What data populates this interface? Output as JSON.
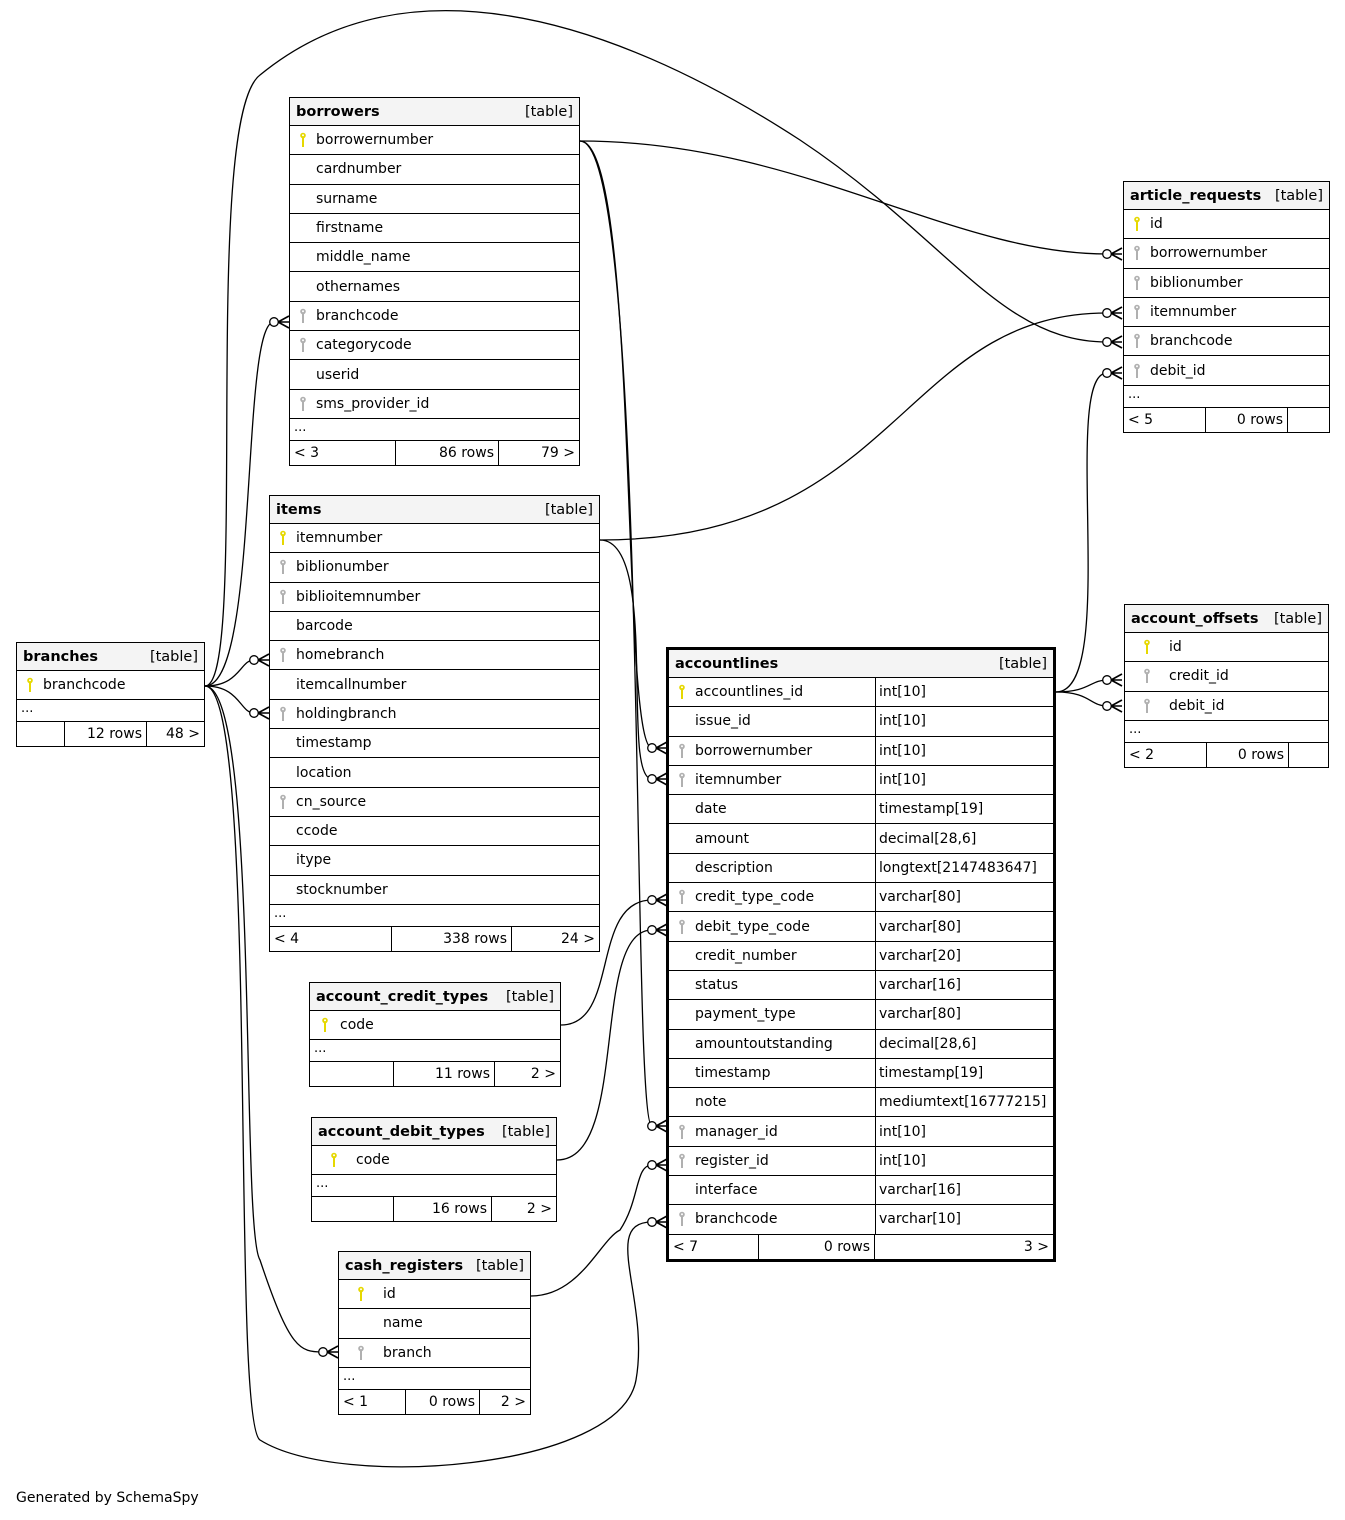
{
  "diagram": {
    "footer": "Generated by SchemaSpy",
    "colors": {
      "primary_key": "#e6d800",
      "foreign_key": "#b0b0b0",
      "header_bg": "#f4f4f4",
      "line": "#000000"
    }
  },
  "tables": {
    "borrowers": {
      "name": "borrowers",
      "kind": "[table]",
      "columns": [
        {
          "name": "borrowernumber",
          "key": "pk"
        },
        {
          "name": "cardnumber",
          "key": ""
        },
        {
          "name": "surname",
          "key": ""
        },
        {
          "name": "firstname",
          "key": ""
        },
        {
          "name": "middle_name",
          "key": ""
        },
        {
          "name": "othernames",
          "key": ""
        },
        {
          "name": "branchcode",
          "key": "fk"
        },
        {
          "name": "categorycode",
          "key": "fk"
        },
        {
          "name": "userid",
          "key": ""
        },
        {
          "name": "sms_provider_id",
          "key": "fk"
        }
      ],
      "more": "...",
      "parents": "< 3",
      "rows": "86 rows",
      "children": "79 >"
    },
    "items": {
      "name": "items",
      "kind": "[table]",
      "columns": [
        {
          "name": "itemnumber",
          "key": "pk"
        },
        {
          "name": "biblionumber",
          "key": "fk"
        },
        {
          "name": "biblioitemnumber",
          "key": "fk"
        },
        {
          "name": "barcode",
          "key": ""
        },
        {
          "name": "homebranch",
          "key": "fk"
        },
        {
          "name": "itemcallnumber",
          "key": ""
        },
        {
          "name": "holdingbranch",
          "key": "fk"
        },
        {
          "name": "timestamp",
          "key": ""
        },
        {
          "name": "location",
          "key": ""
        },
        {
          "name": "cn_source",
          "key": "fk"
        },
        {
          "name": "ccode",
          "key": ""
        },
        {
          "name": "itype",
          "key": ""
        },
        {
          "name": "stocknumber",
          "key": ""
        }
      ],
      "more": "...",
      "parents": "< 4",
      "rows": "338 rows",
      "children": "24 >"
    },
    "branches": {
      "name": "branches",
      "kind": "[table]",
      "columns": [
        {
          "name": "branchcode",
          "key": "pk"
        }
      ],
      "more": "...",
      "parents": "",
      "rows": "12 rows",
      "children": "48 >"
    },
    "article_requests": {
      "name": "article_requests",
      "kind": "[table]",
      "columns": [
        {
          "name": "id",
          "key": "pk"
        },
        {
          "name": "borrowernumber",
          "key": "fk"
        },
        {
          "name": "biblionumber",
          "key": "fk"
        },
        {
          "name": "itemnumber",
          "key": "fk"
        },
        {
          "name": "branchcode",
          "key": "fk"
        },
        {
          "name": "debit_id",
          "key": "fk"
        }
      ],
      "more": "...",
      "parents": "< 5",
      "rows": "0 rows",
      "children": ""
    },
    "account_offsets": {
      "name": "account_offsets",
      "kind": "[table]",
      "columns": [
        {
          "name": "id",
          "key": "pk"
        },
        {
          "name": "credit_id",
          "key": "fk"
        },
        {
          "name": "debit_id",
          "key": "fk"
        }
      ],
      "more": "...",
      "parents": "< 2",
      "rows": "0 rows",
      "children": ""
    },
    "accountlines": {
      "name": "accountlines",
      "kind": "[table]",
      "columns": [
        {
          "name": "accountlines_id",
          "type": "int[10]",
          "key": "pk"
        },
        {
          "name": "issue_id",
          "type": "int[10]",
          "key": ""
        },
        {
          "name": "borrowernumber",
          "type": "int[10]",
          "key": "fk"
        },
        {
          "name": "itemnumber",
          "type": "int[10]",
          "key": "fk"
        },
        {
          "name": "date",
          "type": "timestamp[19]",
          "key": ""
        },
        {
          "name": "amount",
          "type": "decimal[28,6]",
          "key": ""
        },
        {
          "name": "description",
          "type": "longtext[2147483647]",
          "key": ""
        },
        {
          "name": "credit_type_code",
          "type": "varchar[80]",
          "key": "fk"
        },
        {
          "name": "debit_type_code",
          "type": "varchar[80]",
          "key": "fk"
        },
        {
          "name": "credit_number",
          "type": "varchar[20]",
          "key": ""
        },
        {
          "name": "status",
          "type": "varchar[16]",
          "key": ""
        },
        {
          "name": "payment_type",
          "type": "varchar[80]",
          "key": ""
        },
        {
          "name": "amountoutstanding",
          "type": "decimal[28,6]",
          "key": ""
        },
        {
          "name": "timestamp",
          "type": "timestamp[19]",
          "key": ""
        },
        {
          "name": "note",
          "type": "mediumtext[16777215]",
          "key": ""
        },
        {
          "name": "manager_id",
          "type": "int[10]",
          "key": "fk"
        },
        {
          "name": "register_id",
          "type": "int[10]",
          "key": "fk"
        },
        {
          "name": "interface",
          "type": "varchar[16]",
          "key": ""
        },
        {
          "name": "branchcode",
          "type": "varchar[10]",
          "key": "fk"
        }
      ],
      "parents": "< 7",
      "rows": "0 rows",
      "children": "3 >"
    },
    "account_credit_types": {
      "name": "account_credit_types",
      "kind": "[table]",
      "columns": [
        {
          "name": "code",
          "key": "pk"
        }
      ],
      "more": "...",
      "parents": "",
      "rows": "11 rows",
      "children": "2 >"
    },
    "account_debit_types": {
      "name": "account_debit_types",
      "kind": "[table]",
      "columns": [
        {
          "name": "code",
          "key": "pk"
        }
      ],
      "more": "...",
      "parents": "",
      "rows": "16 rows",
      "children": "2 >"
    },
    "cash_registers": {
      "name": "cash_registers",
      "kind": "[table]",
      "columns": [
        {
          "name": "id",
          "key": "pk"
        },
        {
          "name": "name",
          "key": ""
        },
        {
          "name": "branch",
          "key": "fk"
        }
      ],
      "more": "...",
      "parents": "< 1",
      "rows": "0 rows",
      "children": "2 >"
    }
  },
  "relationships": [
    {
      "from": "borrowers.borrowernumber",
      "to": "article_requests.borrowernumber"
    },
    {
      "from": "borrowers.borrowernumber",
      "to": "accountlines.borrowernumber"
    },
    {
      "from": "borrowers.borrowernumber",
      "to": "accountlines.manager_id"
    },
    {
      "from": "items.itemnumber",
      "to": "article_requests.itemnumber"
    },
    {
      "from": "items.itemnumber",
      "to": "accountlines.itemnumber"
    },
    {
      "from": "branches.branchcode",
      "to": "borrowers.branchcode"
    },
    {
      "from": "branches.branchcode",
      "to": "items.homebranch"
    },
    {
      "from": "branches.branchcode",
      "to": "items.holdingbranch"
    },
    {
      "from": "branches.branchcode",
      "to": "article_requests.branchcode"
    },
    {
      "from": "branches.branchcode",
      "to": "cash_registers.branch"
    },
    {
      "from": "branches.branchcode",
      "to": "accountlines.branchcode"
    },
    {
      "from": "accountlines.accountlines_id",
      "to": "article_requests.debit_id"
    },
    {
      "from": "accountlines.accountlines_id",
      "to": "account_offsets.credit_id"
    },
    {
      "from": "accountlines.accountlines_id",
      "to": "account_offsets.debit_id"
    },
    {
      "from": "account_credit_types.code",
      "to": "accountlines.credit_type_code"
    },
    {
      "from": "account_debit_types.code",
      "to": "accountlines.debit_type_code"
    },
    {
      "from": "cash_registers.id",
      "to": "accountlines.register_id"
    }
  ]
}
